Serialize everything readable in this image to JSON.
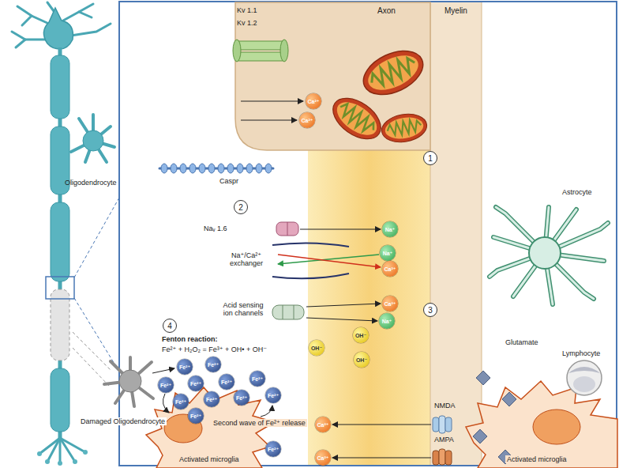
{
  "diagram": {
    "nodes": [
      {
        "text": [
          "Ca²⁺"
        ]
      },
      {
        "text": [
          "Ca²⁺"
        ]
      },
      {
        "text": [
          "Na⁺"
        ]
      },
      {
        "text": [
          "Na⁺"
        ]
      },
      {
        "text": [
          "Ca²⁺"
        ]
      },
      {
        "text": [
          "Ca²⁺"
        ]
      },
      {
        "text": [
          "Na⁺"
        ]
      },
      {
        "text": [
          "OH⁻"
        ]
      },
      {
        "text": [
          "OH⁻"
        ]
      },
      {
        "text": [
          "OH⁻"
        ]
      },
      {
        "text": [
          "Fe²⁺"
        ]
      },
      {
        "text": [
          "Fe²⁺"
        ]
      },
      {
        "text": [
          "Fe²⁺"
        ]
      },
      {
        "text": [
          "Fe²⁺"
        ]
      },
      {
        "text": [
          "Fe²⁺"
        ]
      },
      {
        "text": [
          "Fe²⁺"
        ]
      },
      {
        "text": [
          "Fe²⁺"
        ]
      },
      {
        "text": [
          "Fe²⁺"
        ]
      },
      {
        "text": [
          "Fe²⁺"
        ]
      },
      {
        "text": [
          "Fe²⁺"
        ]
      },
      {
        "text": [
          "Fe²⁺"
        ]
      },
      {
        "text": [
          "Fe²⁺"
        ]
      },
      {
        "text": [
          "Ca²⁺"
        ]
      },
      {
        "text": [
          "Ca²⁺"
        ]
      }
    ],
    "labels": [
      "Kv 1.1",
      "Kv 1.2",
      "Axon",
      "Myelin",
      "Caspr",
      "1",
      "2",
      "Naᵥ 1.6",
      "Na⁺/Ca²⁺ exchanger",
      "Acid sensing ion channels",
      "Astrocyte",
      "3",
      "4",
      "Fenton reaction:",
      "Fe²⁺ + H₂O₂ = Fe³⁺ + OH• + OH⁻",
      "Glutamate",
      "NMDA",
      "Lymphocyte",
      "AMPA",
      "Second wave of Fe²⁺ release",
      "Activated microglia",
      "Activated microglia",
      "Oligodendrocyte",
      "Damaged Oligodendrocyte"
    ]
  }
}
